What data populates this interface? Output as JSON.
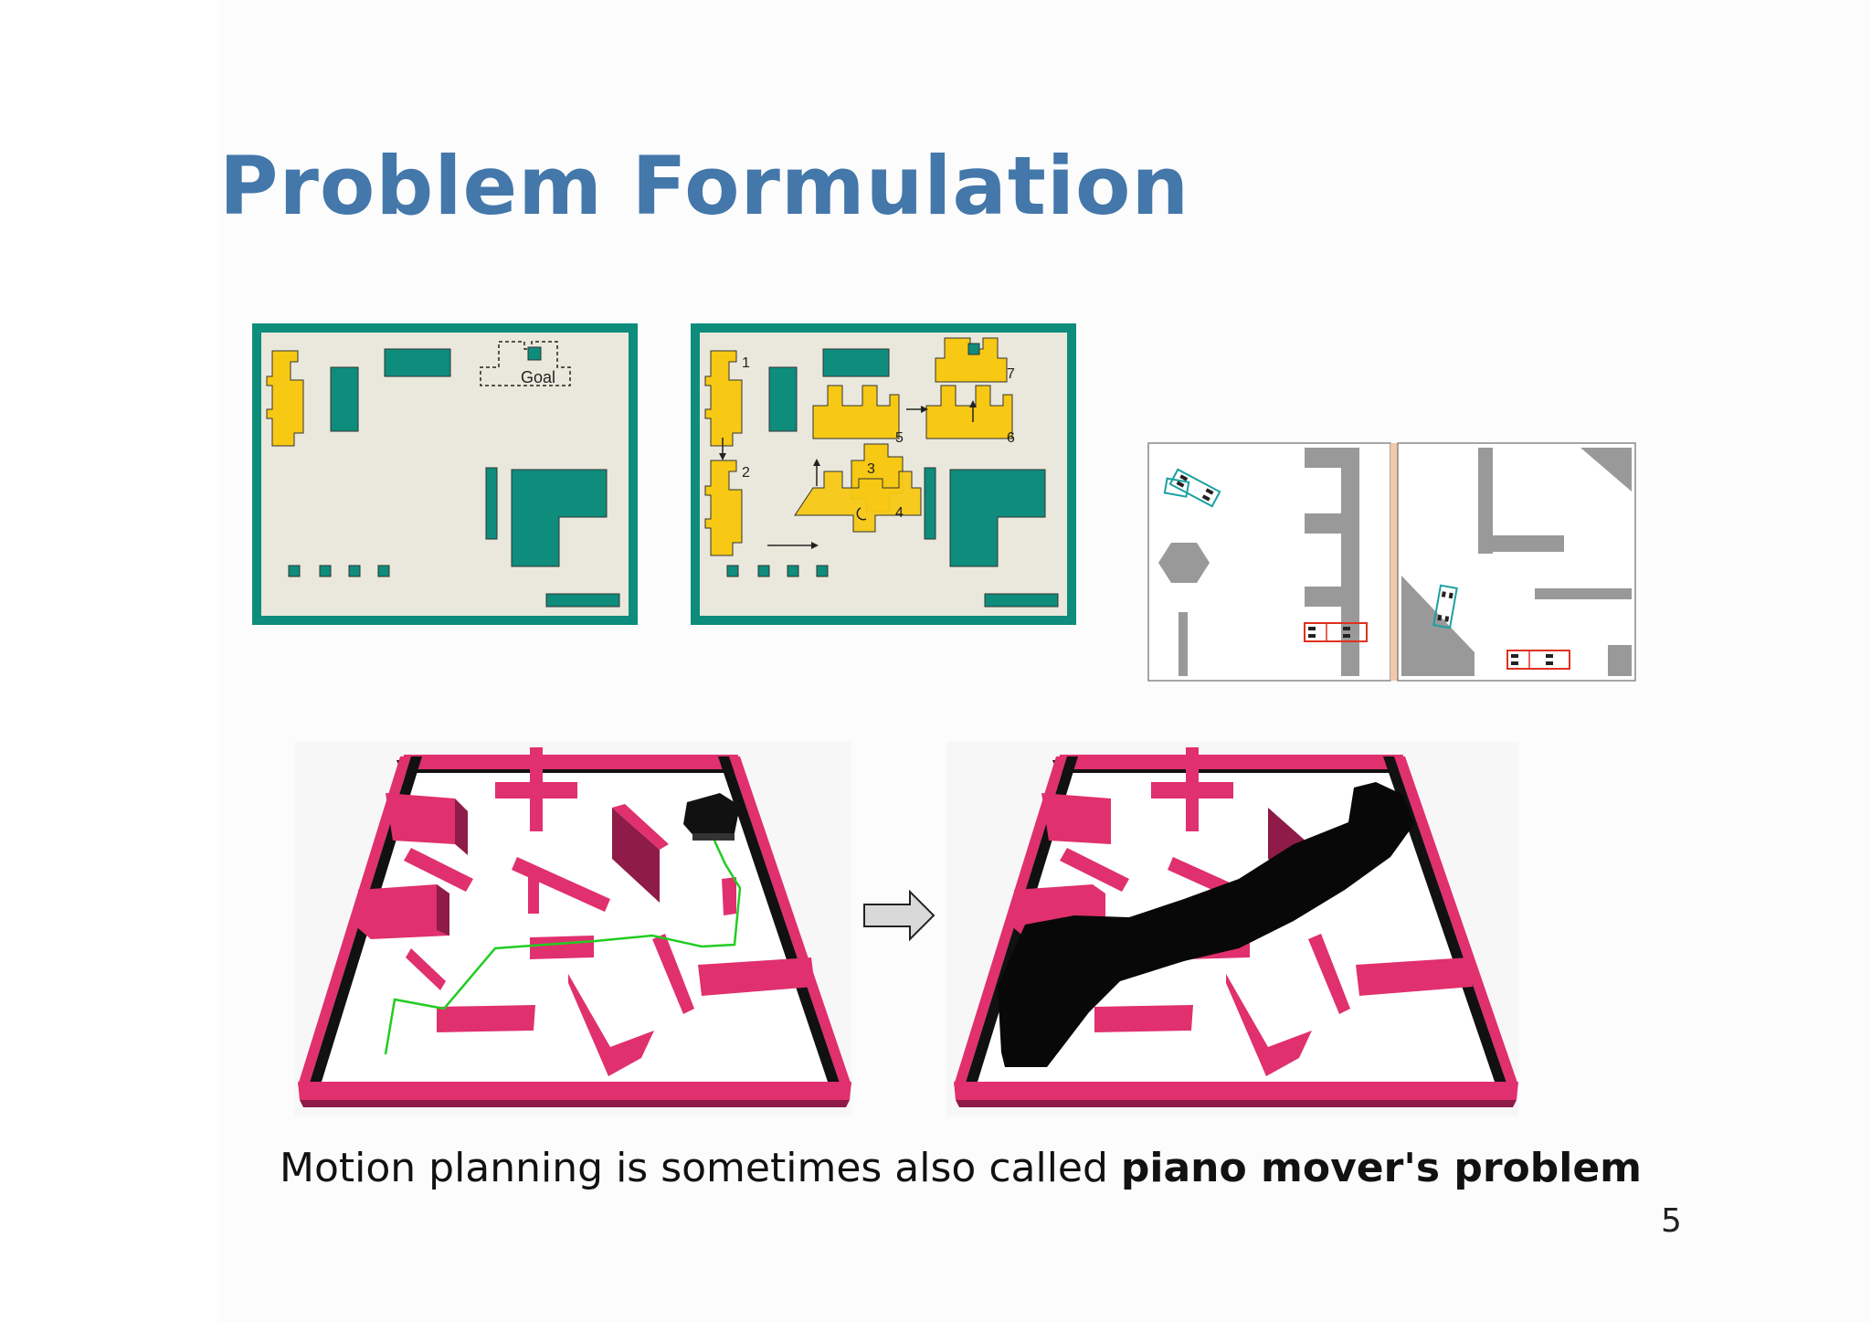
{
  "slide": {
    "title": "Problem Formulation",
    "caption_prefix": "Motion planning is sometimes also called ",
    "caption_bold": "piano mover's problem",
    "page_number": "5"
  },
  "figure_floorplan": {
    "goal_label": "Goal",
    "step_labels": [
      "1",
      "2",
      "3",
      "4",
      "5",
      "6",
      "7"
    ]
  },
  "colors": {
    "title": "#4477aa",
    "teal": "#0e8c7c",
    "yellow": "#f7c814",
    "floor": "#eae8dc",
    "wall_pink": "#e0306e",
    "path_green": "#22cc22"
  }
}
